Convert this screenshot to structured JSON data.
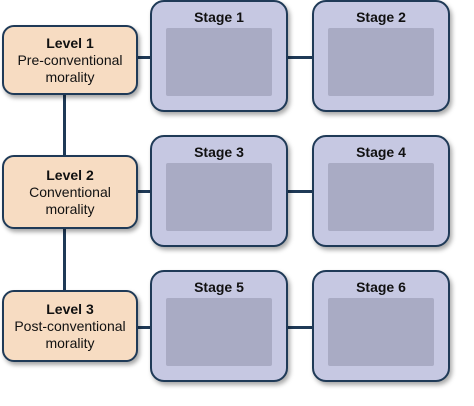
{
  "levels": [
    {
      "title": "Level 1",
      "subtitle": "Pre-conventional morality"
    },
    {
      "title": "Level 2",
      "subtitle": "Conventional morality"
    },
    {
      "title": "Level 3",
      "subtitle": "Post-conventional morality"
    }
  ],
  "stages": [
    {
      "title": "Stage 1"
    },
    {
      "title": "Stage 2"
    },
    {
      "title": "Stage 3"
    },
    {
      "title": "Stage 4"
    },
    {
      "title": "Stage 5"
    },
    {
      "title": "Stage 6"
    }
  ],
  "colors": {
    "level_fill": "#f7dcc2",
    "stage_fill": "#c6c8e2",
    "border": "#1f3a57"
  }
}
